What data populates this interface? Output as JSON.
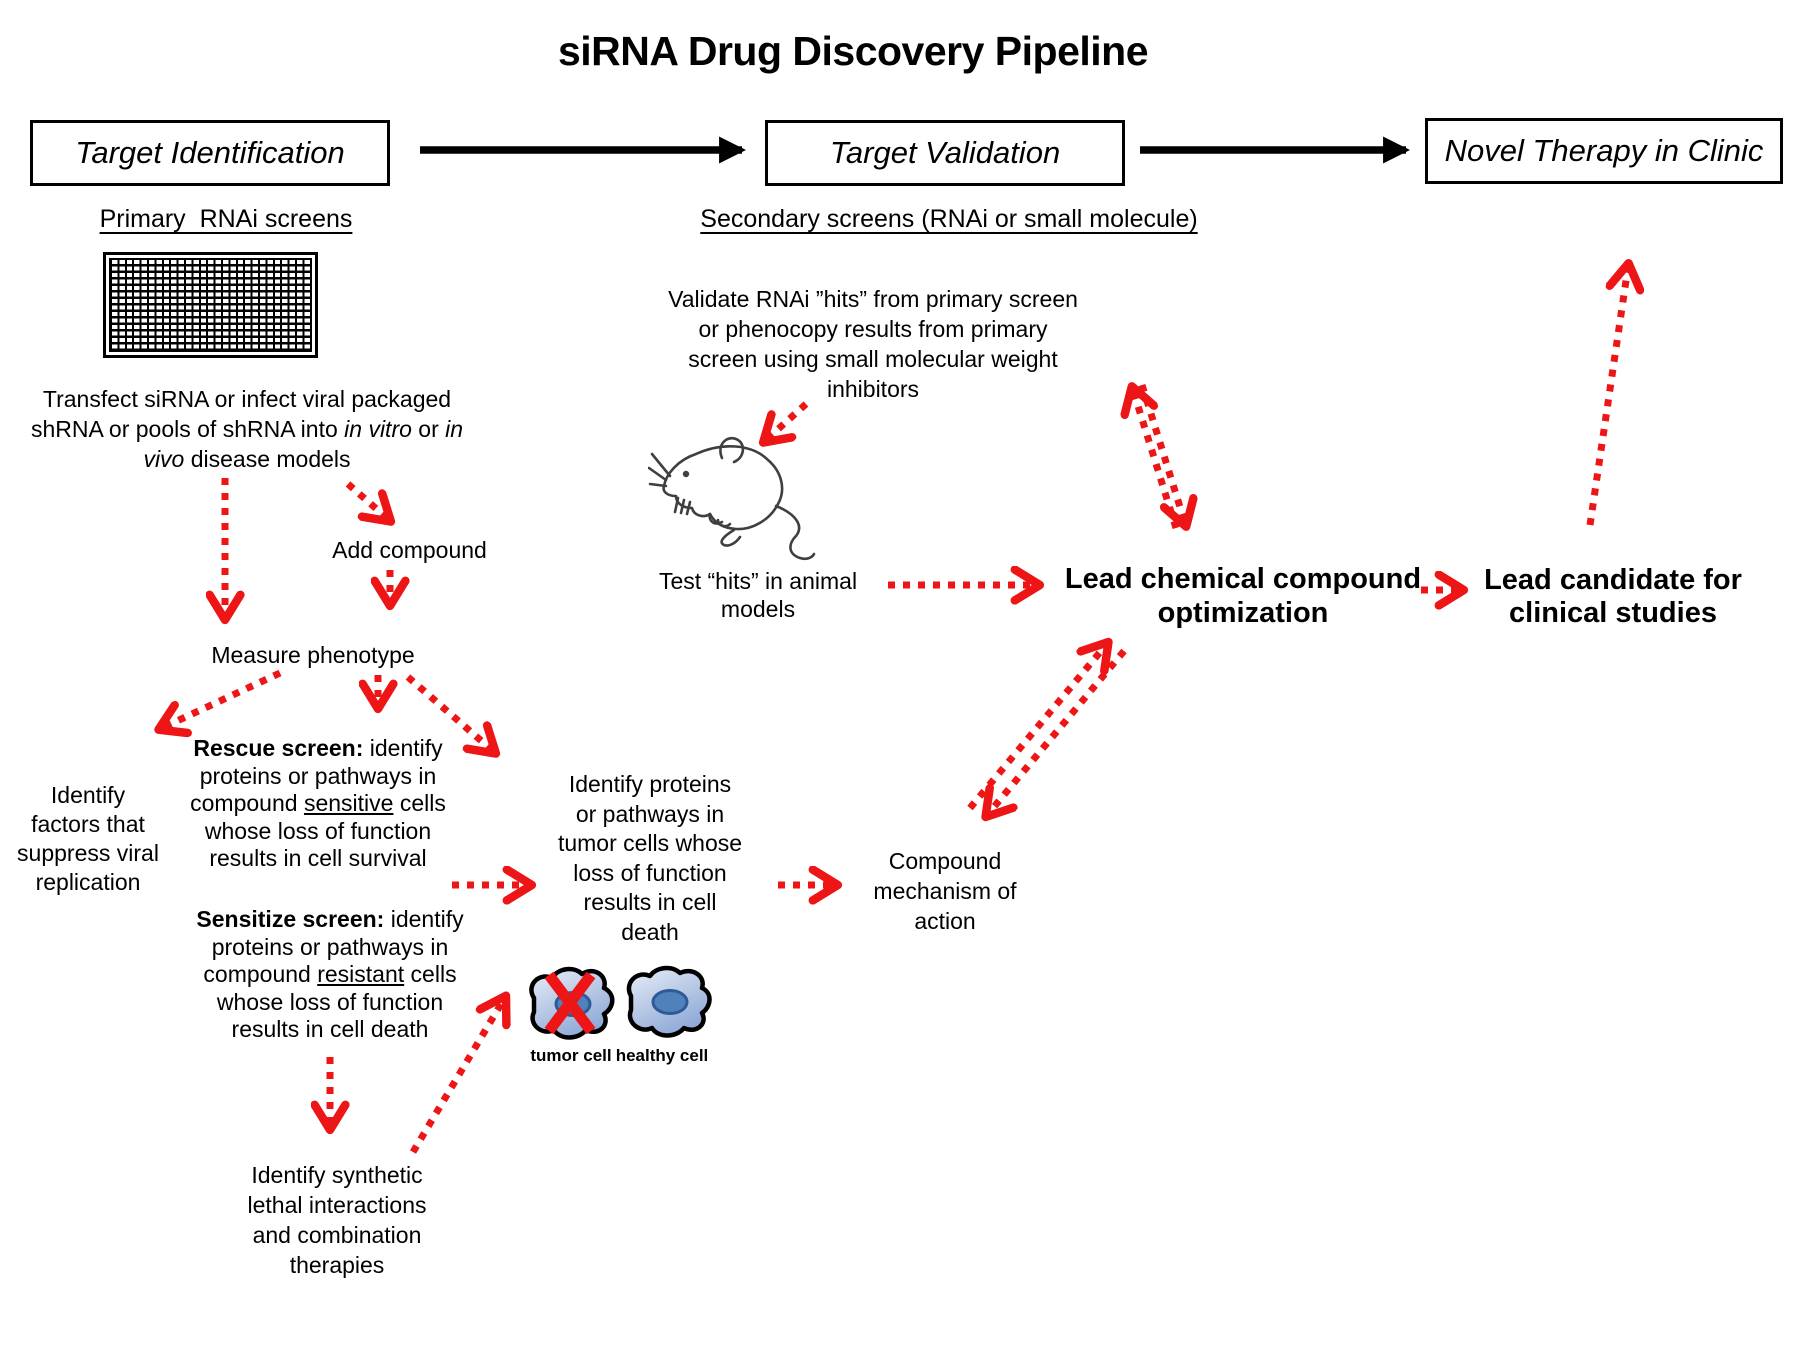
{
  "title": "siRNA Drug Discovery Pipeline",
  "colors": {
    "arrow_red": "#ed1515",
    "box_border": "#000000",
    "cell_fill_light": "#e8eef9",
    "cell_fill_dark": "#8fa9d6",
    "nucleus_fill": "#4f81bd"
  },
  "stage_boxes": {
    "identification": "Target Identification",
    "validation": "Target Validation",
    "clinic": "Novel Therapy in Clinic"
  },
  "headings": {
    "primary": "Primary  RNAi screens",
    "secondary": "Secondary screens (RNAi or small molecule)"
  },
  "primary_column": {
    "transfect": {
      "t1": "Transfect siRNA or infect viral packaged shRNA or pools of shRNA into ",
      "i1": "in vitro",
      "t2": " or ",
      "i2": "in vivo",
      "t3": " disease models"
    },
    "add_compound": "Add compound",
    "measure_phenotype": "Measure phenotype",
    "identify_factors_lines": [
      "Identify",
      "factors that",
      "suppress viral",
      "replication"
    ],
    "rescue": {
      "bold": "Rescue screen:",
      "pre": " identify proteins or pathways  in compound ",
      "underlined": "sensitive",
      "post": " cells whose loss of function results in cell survival"
    },
    "sensitize": {
      "bold": "Sensitize screen:",
      "pre": " identify proteins or pathways  in compound ",
      "underlined": "resistant",
      "post": " cells whose loss of function results in cell death"
    },
    "synthetic_lines": [
      "Identify synthetic",
      "lethal interactions",
      "and combination",
      "therapies"
    ]
  },
  "middle_column": {
    "validate_lines": [
      "Validate RNAi ”hits” from primary screen",
      "or phenocopy results from primary",
      "screen using small molecular weight",
      "inhibitors"
    ],
    "test_hits_lines": [
      "Test “hits” in animal",
      "models"
    ],
    "identify_proteins_lines": [
      "Identify proteins",
      "or pathways in",
      "tumor cells whose",
      "loss of function",
      "results in cell",
      "death"
    ],
    "compound_mechanism_lines": [
      "Compound",
      "mechanism of",
      "action"
    ],
    "lead_chemical_lines": [
      "Lead chemical compound",
      "optimization"
    ],
    "cell_labels": {
      "tumor": "tumor cell",
      "healthy": "healthy cell"
    }
  },
  "right_column": {
    "lead_candidate_lines": [
      "Lead candidate for",
      "clinical  studies"
    ]
  }
}
